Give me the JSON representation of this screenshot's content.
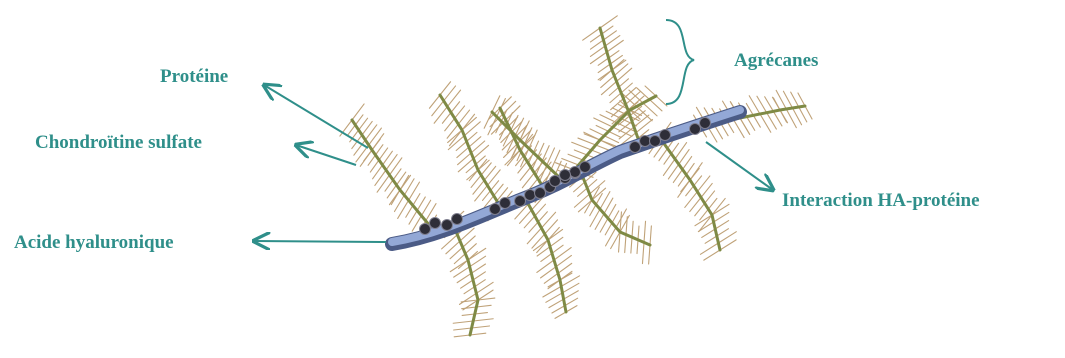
{
  "labels": {
    "proteine": "Protéine",
    "chondroitine": "Chondroïtine sulfate",
    "acide": "Acide hyaluronique",
    "agrecanes": "Agrécanes",
    "interaction": "Interaction HA-protéine"
  },
  "colors": {
    "label": "#2f8f8a",
    "hyaluronic_acid": "#7f95c4",
    "core_protein": "#7f8a45",
    "chondroitin_chain": "#b9986a",
    "link_protein": "#2e2e38"
  }
}
